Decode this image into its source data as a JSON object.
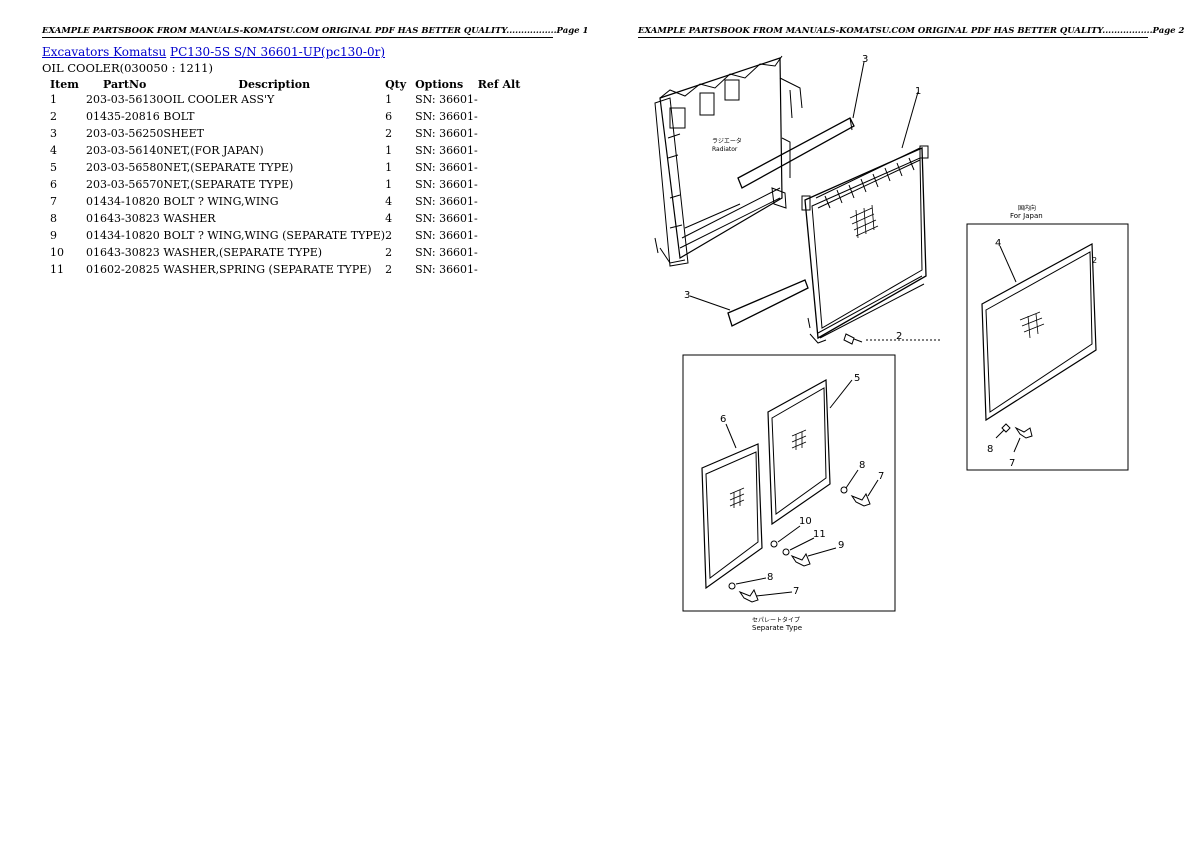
{
  "header": {
    "page1": "EXAMPLE PARTSBOOK FROM MANUALS-KOMATSU.COM ORIGINAL PDF HAS BETTER QUALITY.................Page 1",
    "page2": "EXAMPLE PARTSBOOK FROM MANUALS-KOMATSU.COM ORIGINAL PDF HAS BETTER QUALITY.................Page 2"
  },
  "breadcrumb": {
    "link1": "Excavators Komatsu",
    "link2": "PC130-5S S/N 36601-UP(pc130-0r)"
  },
  "section_title": "OIL COOLER(030050 : 1211)",
  "table": {
    "headers": {
      "item": "Item",
      "partno": "PartNo",
      "description": "Description",
      "qty": "Qty",
      "options": "Options",
      "refalt": "Ref Alt"
    },
    "rows": [
      {
        "item": "1",
        "partno": "203-03-56130",
        "description": "OIL COOLER ASS'Y",
        "qty": "1",
        "options": "SN: 36601-"
      },
      {
        "item": "2",
        "partno": "01435-20816",
        "description": "BOLT",
        "qty": "6",
        "options": "SN: 36601-"
      },
      {
        "item": "3",
        "partno": "203-03-56250",
        "description": "SHEET",
        "qty": "2",
        "options": "SN: 36601-"
      },
      {
        "item": "4",
        "partno": "203-03-56140",
        "description": "NET,(FOR JAPAN)",
        "qty": "1",
        "options": "SN: 36601-"
      },
      {
        "item": "5",
        "partno": "203-03-56580",
        "description": "NET,(SEPARATE TYPE)",
        "qty": "1",
        "options": "SN: 36601-"
      },
      {
        "item": "6",
        "partno": "203-03-56570",
        "description": "NET,(SEPARATE TYPE)",
        "qty": "1",
        "options": "SN: 36601-"
      },
      {
        "item": "7",
        "partno": "01434-10820",
        "description": "BOLT ? WING,WING",
        "qty": "4",
        "options": "SN: 36601-"
      },
      {
        "item": "8",
        "partno": "01643-30823",
        "description": "WASHER",
        "qty": "4",
        "options": "SN: 36601-"
      },
      {
        "item": "9",
        "partno": "01434-10820",
        "description": "BOLT ? WING,WING (SEPARATE TYPE)",
        "qty": "2",
        "options": "SN: 36601-"
      },
      {
        "item": "10",
        "partno": "01643-30823",
        "description": "WASHER,(SEPARATE TYPE)",
        "qty": "2",
        "options": "SN: 36601-"
      },
      {
        "item": "11",
        "partno": "01602-20825",
        "description": "WASHER,SPRING (SEPARATE TYPE)",
        "qty": "2",
        "options": "SN: 36601-"
      }
    ]
  },
  "diagram": {
    "callouts": {
      "c1": "1",
      "c2": "2",
      "c3a": "3",
      "c3b": "3",
      "c4": "4",
      "c2b": "2",
      "c8a": "8",
      "c7a": "7",
      "c5": "5",
      "c6": "6",
      "c8b": "8",
      "c7b": "7",
      "c10": "10",
      "c11": "11",
      "c9": "9",
      "c8c": "8",
      "c7c": "7"
    },
    "labels": {
      "radiator_jp": "ラジエータ",
      "radiator": "Radiator",
      "for_japan_jp": "国内向",
      "for_japan": "For Japan",
      "separate_jp": "セパレートタイプ",
      "separate": "Separate Type"
    }
  }
}
